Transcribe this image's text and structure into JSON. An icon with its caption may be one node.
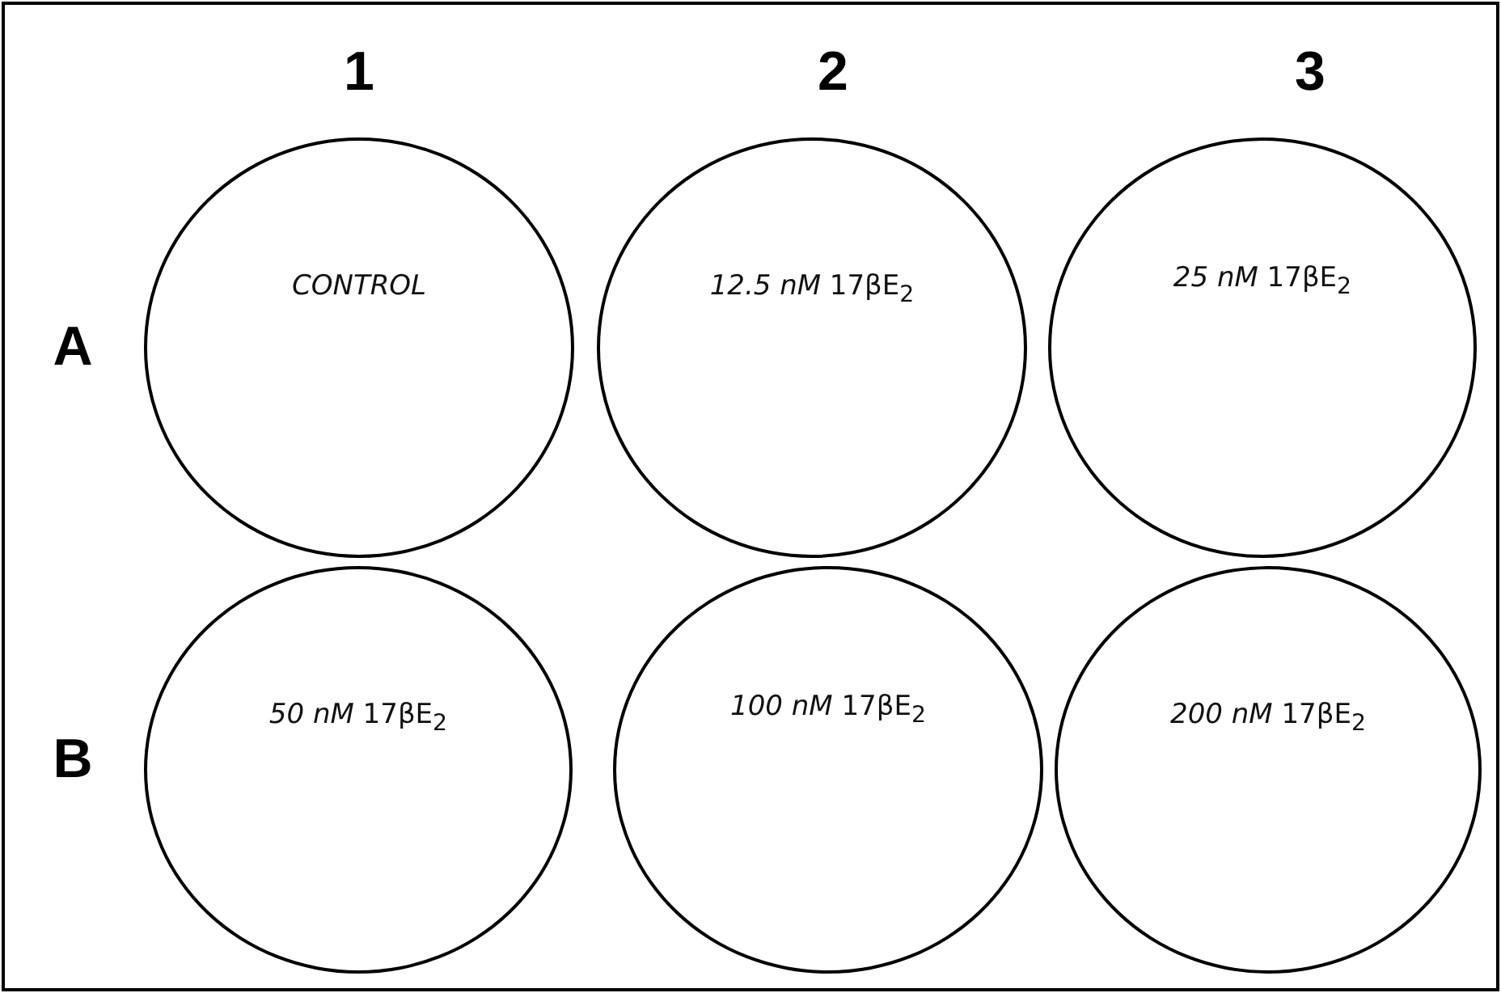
{
  "diagram": {
    "nodes": [
      {
        "text": [
          "CONTROL"
        ]
      },
      {
        "text": [
          "*12.5 nM* 17βE$_{2}$"
        ]
      },
      {
        "text": [
          "*25 nM* 17βE$_{2}$"
        ]
      },
      {
        "text": [
          "*50 nM* 17βE$_{2}$"
        ]
      },
      {
        "text": [
          "*100 nM* 17βE$_{2}$"
        ]
      },
      {
        "text": [
          "*200 nM* 17βE$_{2}$"
        ]
      }
    ],
    "labels": [
      "1",
      "2",
      "3",
      "A",
      "B"
    ]
  }
}
